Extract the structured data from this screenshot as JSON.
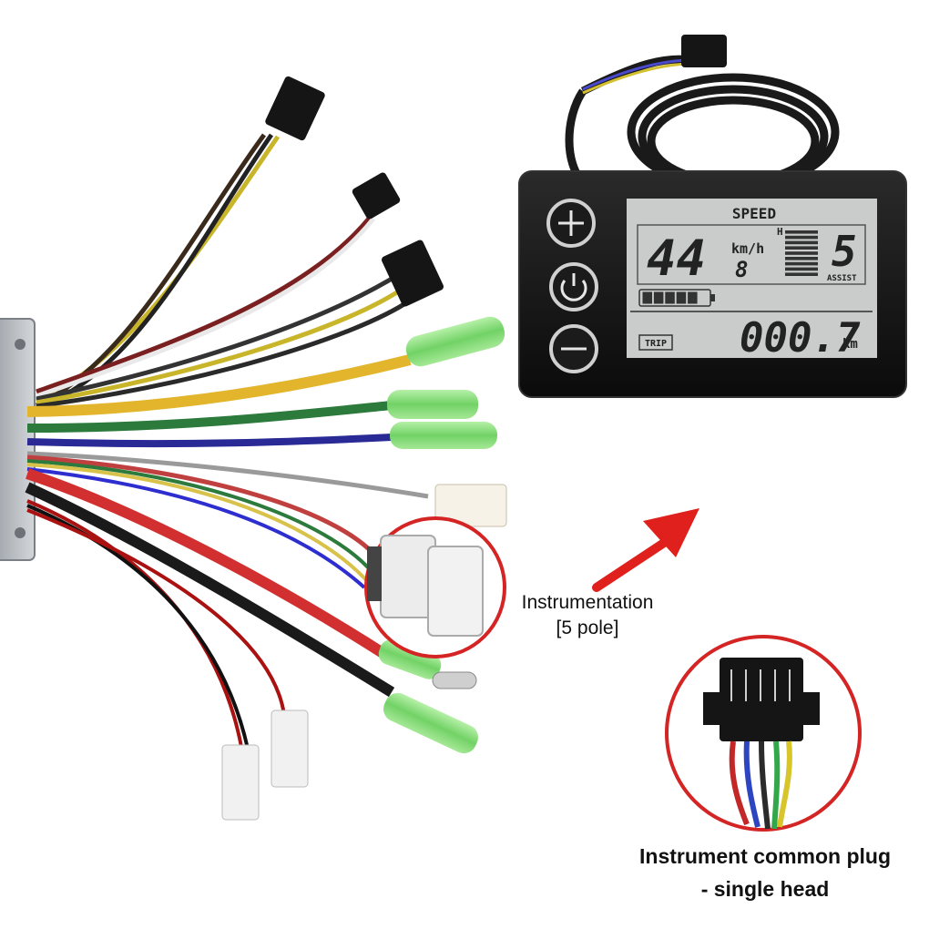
{
  "display": {
    "speed_header": "SPEED",
    "speed_value": "44",
    "speed_unit": "km/h",
    "small_digit": "8",
    "h_marker": "H",
    "assist_value": "5",
    "assist_label": "ASSIST",
    "trip_badge": "TRIP",
    "trip_value": "000.7",
    "trip_unit": "km",
    "battery_segments_filled": 5,
    "battery_segments_total": 5,
    "assist_bar_rows": 9
  },
  "labels": {
    "instrumentation_line1": "Instrumentation",
    "instrumentation_line2": "[5 pole]",
    "plug_caption_line1": "Instrument common plug",
    "plug_caption_line2": "- single head"
  },
  "colors": {
    "arrow": "#e0201c",
    "highlight_circle": "#d42424",
    "lcd_background": "#c9cccb",
    "display_body": "#111111",
    "connector_green": "#7fe07a"
  }
}
